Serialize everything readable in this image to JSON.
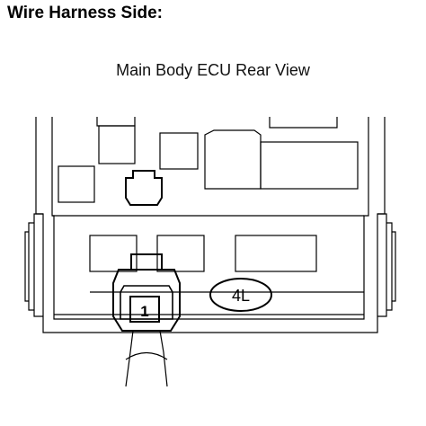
{
  "heading": "Wire Harness Side:",
  "subtitle": "Main Body ECU Rear View",
  "labels": {
    "pin": "1",
    "connector": "4L"
  }
}
